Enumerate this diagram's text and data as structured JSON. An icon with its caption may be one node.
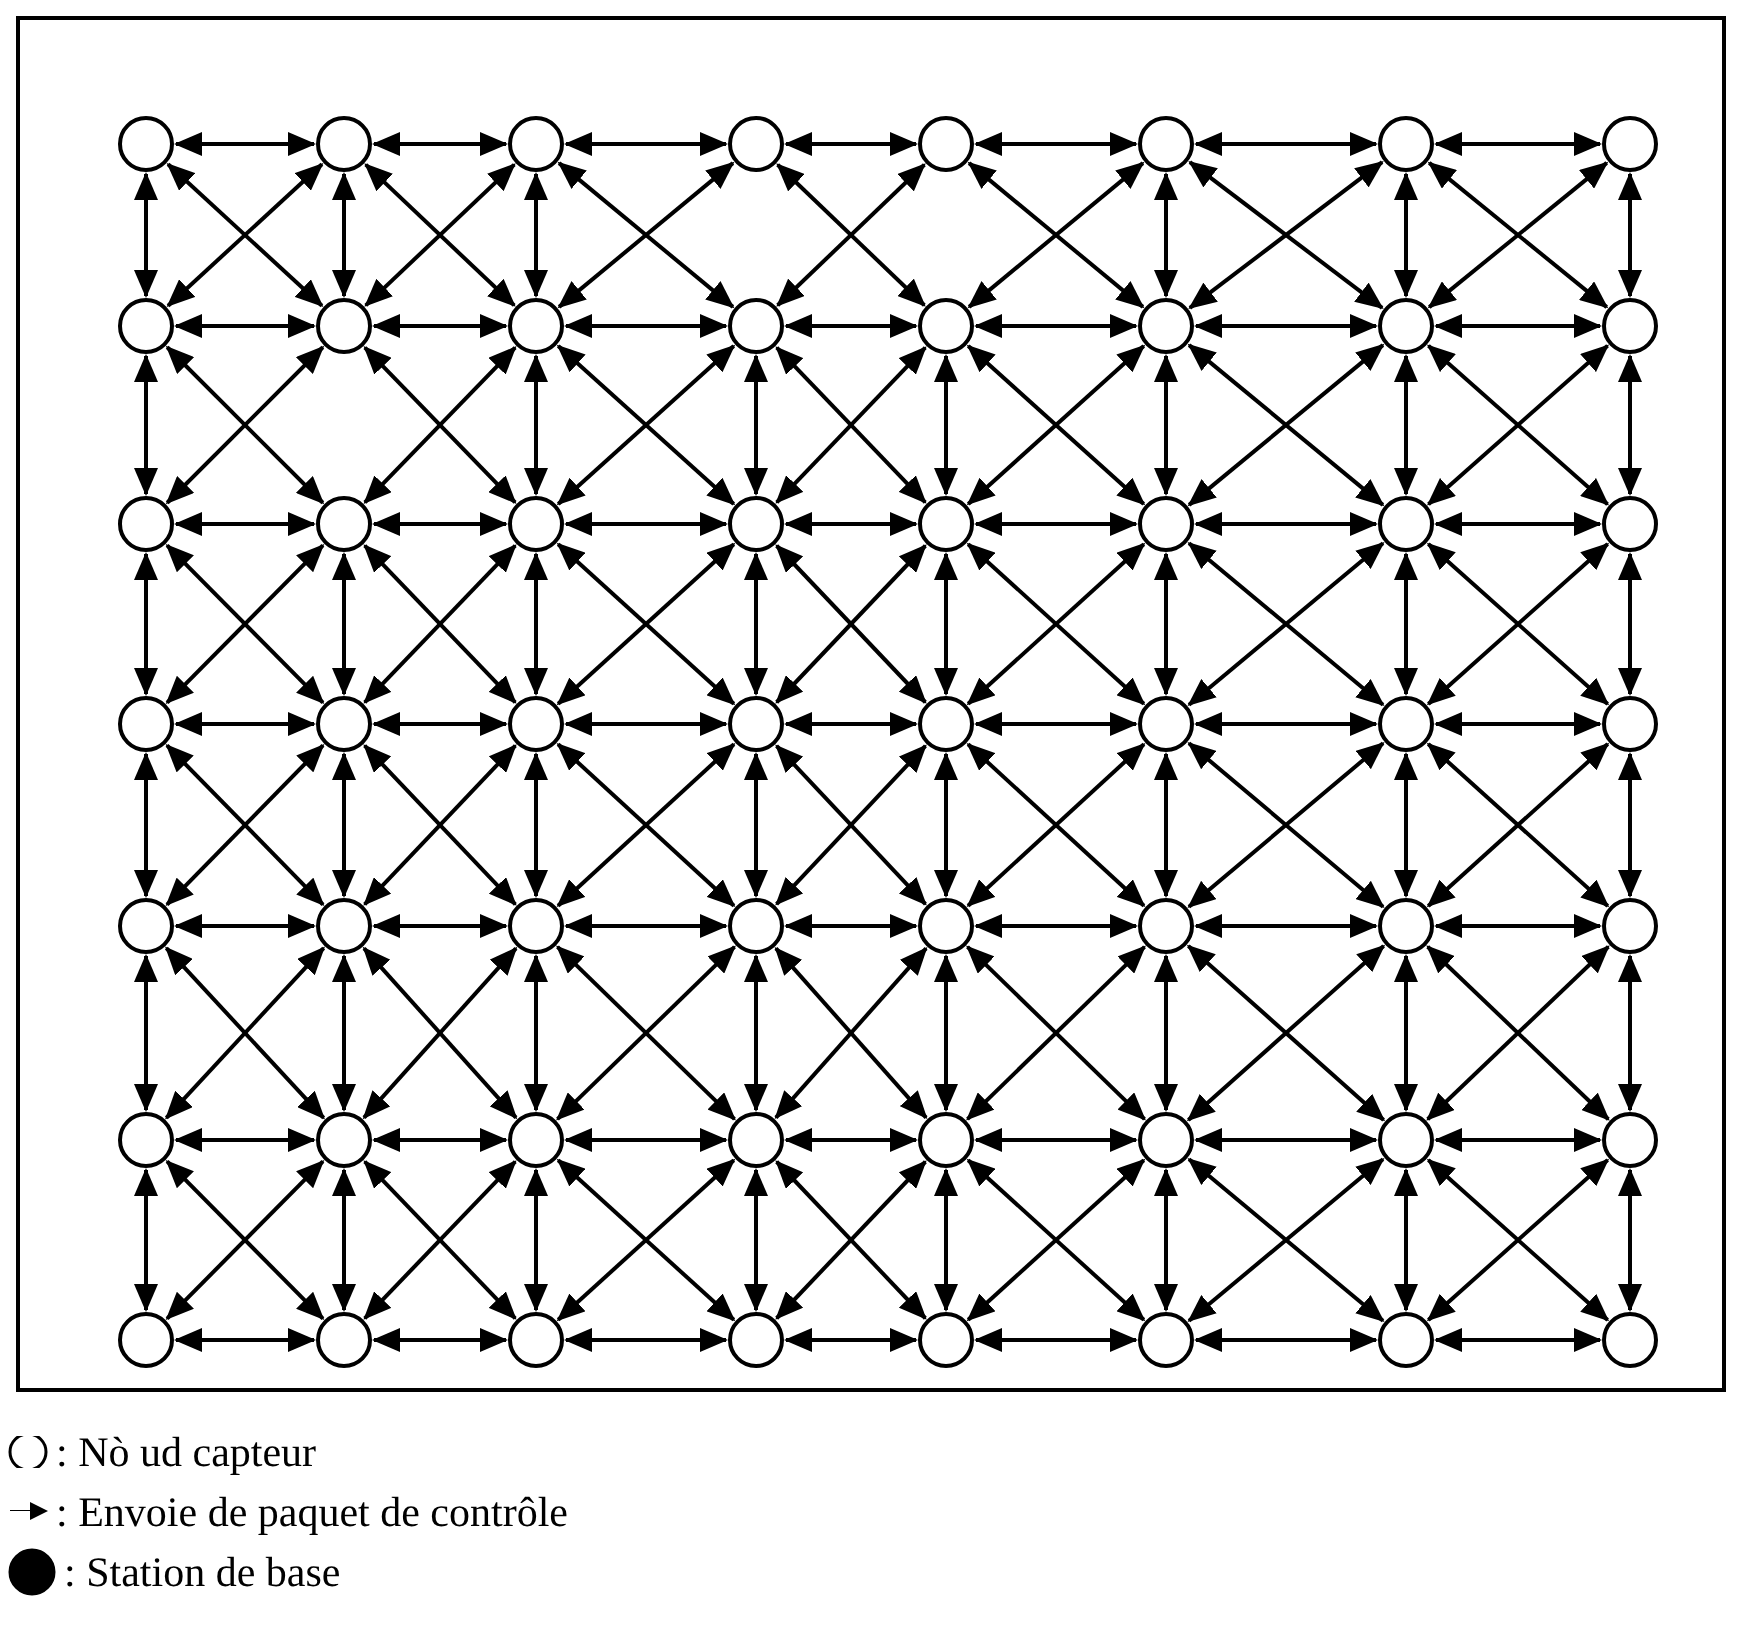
{
  "diagram": {
    "nodes": [
      {
        "text": [],
        "shape": "circle"
      },
      {
        "text": [],
        "shape": "circle"
      },
      {
        "text": [],
        "shape": "circle"
      },
      {
        "text": [],
        "shape": "circle"
      },
      {
        "text": [],
        "shape": "circle"
      },
      {
        "text": [],
        "shape": "circle"
      },
      {
        "text": [],
        "shape": "circle"
      },
      {
        "text": [],
        "shape": "circle"
      },
      {
        "text": [],
        "shape": "circle"
      },
      {
        "text": [],
        "shape": "circle"
      },
      {
        "text": [],
        "shape": "circle"
      },
      {
        "text": [],
        "shape": "circle"
      },
      {
        "text": [],
        "shape": "circle"
      },
      {
        "text": [],
        "shape": "circle"
      },
      {
        "text": [],
        "shape": "circle"
      },
      {
        "text": [],
        "shape": "circle"
      },
      {
        "text": [],
        "shape": "circle"
      },
      {
        "text": [],
        "shape": "circle"
      },
      {
        "text": [],
        "shape": "circle"
      },
      {
        "text": [],
        "shape": "circle"
      },
      {
        "text": [],
        "shape": "circle"
      },
      {
        "text": [],
        "shape": "circle"
      },
      {
        "text": [],
        "shape": "circle"
      },
      {
        "text": [],
        "shape": "circle"
      },
      {
        "text": [],
        "shape": "circle"
      },
      {
        "text": [],
        "shape": "circle"
      },
      {
        "text": [],
        "shape": "circle"
      },
      {
        "text": [],
        "shape": "circle"
      },
      {
        "text": [],
        "shape": "circle"
      },
      {
        "text": [],
        "shape": "circle"
      },
      {
        "text": [],
        "shape": "circle"
      },
      {
        "text": [],
        "shape": "circle"
      },
      {
        "text": [],
        "shape": "circle"
      },
      {
        "text": [],
        "shape": "circle"
      },
      {
        "text": [],
        "shape": "circle"
      },
      {
        "text": [],
        "shape": "circle"
      },
      {
        "text": [],
        "shape": "circle"
      },
      {
        "text": [],
        "shape": "circle"
      },
      {
        "text": [],
        "shape": "circle"
      },
      {
        "text": [],
        "shape": "circle"
      },
      {
        "text": [],
        "shape": "circle"
      },
      {
        "text": [],
        "shape": "circle"
      },
      {
        "text": [],
        "shape": "circle"
      },
      {
        "text": [],
        "shape": "circle"
      },
      {
        "text": [],
        "shape": "circle"
      },
      {
        "text": [],
        "shape": "circle"
      },
      {
        "text": [],
        "shape": "circle"
      },
      {
        "text": [],
        "shape": "circle"
      },
      {
        "text": [],
        "shape": "circle"
      },
      {
        "text": [],
        "shape": "circle"
      },
      {
        "text": [],
        "shape": "circle"
      },
      {
        "text": [],
        "shape": "circle"
      },
      {
        "text": [],
        "shape": "circle"
      },
      {
        "text": [],
        "shape": "circle"
      },
      {
        "text": [],
        "shape": "circle"
      },
      {
        "text": [],
        "shape": "circle"
      }
    ],
    "edges": [
      {
        "from": 0,
        "to": 1,
        "arrow": "both"
      },
      {
        "from": 1,
        "to": 2,
        "arrow": "both"
      },
      {
        "from": 2,
        "to": 3,
        "arrow": "both"
      },
      {
        "from": 3,
        "to": 4,
        "arrow": "both"
      },
      {
        "from": 4,
        "to": 5,
        "arrow": "both"
      },
      {
        "from": 5,
        "to": 6,
        "arrow": "both"
      },
      {
        "from": 6,
        "to": 7,
        "arrow": "both"
      },
      {
        "from": 0,
        "to": 8,
        "arrow": "both"
      },
      {
        "from": 1,
        "to": 9,
        "arrow": "both"
      },
      {
        "from": 2,
        "to": 10,
        "arrow": "both"
      },
      {
        "from": 5,
        "to": 13,
        "arrow": "both"
      },
      {
        "from": 6,
        "to": 14,
        "arrow": "both"
      },
      {
        "from": 7,
        "to": 15,
        "arrow": "both"
      },
      {
        "from": 0,
        "to": 9,
        "arrow": "both"
      },
      {
        "from": 1,
        "to": 8,
        "arrow": "both"
      },
      {
        "from": 1,
        "to": 10,
        "arrow": "both"
      },
      {
        "from": 2,
        "to": 9,
        "arrow": "both"
      },
      {
        "from": 2,
        "to": 11,
        "arrow": "both"
      },
      {
        "from": 3,
        "to": 10,
        "arrow": "both"
      },
      {
        "from": 3,
        "to": 12,
        "arrow": "both"
      },
      {
        "from": 4,
        "to": 11,
        "arrow": "both"
      },
      {
        "from": 4,
        "to": 13,
        "arrow": "both"
      },
      {
        "from": 5,
        "to": 12,
        "arrow": "both"
      },
      {
        "from": 5,
        "to": 14,
        "arrow": "both"
      },
      {
        "from": 6,
        "to": 13,
        "arrow": "both"
      },
      {
        "from": 6,
        "to": 15,
        "arrow": "both"
      },
      {
        "from": 7,
        "to": 14,
        "arrow": "both"
      },
      {
        "from": 8,
        "to": 9,
        "arrow": "both"
      },
      {
        "from": 9,
        "to": 10,
        "arrow": "both"
      },
      {
        "from": 10,
        "to": 11,
        "arrow": "both"
      },
      {
        "from": 11,
        "to": 12,
        "arrow": "both"
      },
      {
        "from": 12,
        "to": 13,
        "arrow": "both"
      },
      {
        "from": 13,
        "to": 14,
        "arrow": "both"
      },
      {
        "from": 14,
        "to": 15,
        "arrow": "both"
      },
      {
        "from": 8,
        "to": 16,
        "arrow": "both"
      },
      {
        "from": 10,
        "to": 18,
        "arrow": "both"
      },
      {
        "from": 11,
        "to": 19,
        "arrow": "both"
      },
      {
        "from": 12,
        "to": 20,
        "arrow": "both"
      },
      {
        "from": 13,
        "to": 21,
        "arrow": "both"
      },
      {
        "from": 14,
        "to": 22,
        "arrow": "both"
      },
      {
        "from": 15,
        "to": 23,
        "arrow": "both"
      },
      {
        "from": 8,
        "to": 17,
        "arrow": "both"
      },
      {
        "from": 9,
        "to": 16,
        "arrow": "both"
      },
      {
        "from": 9,
        "to": 18,
        "arrow": "both"
      },
      {
        "from": 10,
        "to": 17,
        "arrow": "both"
      },
      {
        "from": 10,
        "to": 19,
        "arrow": "both"
      },
      {
        "from": 11,
        "to": 18,
        "arrow": "both"
      },
      {
        "from": 11,
        "to": 20,
        "arrow": "both"
      },
      {
        "from": 12,
        "to": 19,
        "arrow": "both"
      },
      {
        "from": 12,
        "to": 21,
        "arrow": "both"
      },
      {
        "from": 13,
        "to": 20,
        "arrow": "both"
      },
      {
        "from": 13,
        "to": 22,
        "arrow": "both"
      },
      {
        "from": 14,
        "to": 21,
        "arrow": "both"
      },
      {
        "from": 14,
        "to": 23,
        "arrow": "both"
      },
      {
        "from": 15,
        "to": 22,
        "arrow": "both"
      },
      {
        "from": 16,
        "to": 17,
        "arrow": "both"
      },
      {
        "from": 17,
        "to": 18,
        "arrow": "both"
      },
      {
        "from": 18,
        "to": 19,
        "arrow": "both"
      },
      {
        "from": 19,
        "to": 20,
        "arrow": "both"
      },
      {
        "from": 20,
        "to": 21,
        "arrow": "both"
      },
      {
        "from": 21,
        "to": 22,
        "arrow": "both"
      },
      {
        "from": 22,
        "to": 23,
        "arrow": "both"
      },
      {
        "from": 16,
        "to": 24,
        "arrow": "both"
      },
      {
        "from": 17,
        "to": 25,
        "arrow": "both"
      },
      {
        "from": 18,
        "to": 26,
        "arrow": "both"
      },
      {
        "from": 19,
        "to": 27,
        "arrow": "both"
      },
      {
        "from": 20,
        "to": 28,
        "arrow": "both"
      },
      {
        "from": 21,
        "to": 29,
        "arrow": "both"
      },
      {
        "from": 22,
        "to": 30,
        "arrow": "both"
      },
      {
        "from": 23,
        "to": 31,
        "arrow": "both"
      },
      {
        "from": 16,
        "to": 25,
        "arrow": "both"
      },
      {
        "from": 17,
        "to": 24,
        "arrow": "both"
      },
      {
        "from": 17,
        "to": 26,
        "arrow": "both"
      },
      {
        "from": 18,
        "to": 25,
        "arrow": "both"
      },
      {
        "from": 18,
        "to": 27,
        "arrow": "both"
      },
      {
        "from": 19,
        "to": 26,
        "arrow": "both"
      },
      {
        "from": 19,
        "to": 28,
        "arrow": "both"
      },
      {
        "from": 20,
        "to": 27,
        "arrow": "both"
      },
      {
        "from": 20,
        "to": 29,
        "arrow": "both"
      },
      {
        "from": 21,
        "to": 28,
        "arrow": "both"
      },
      {
        "from": 21,
        "to": 30,
        "arrow": "both"
      },
      {
        "from": 22,
        "to": 29,
        "arrow": "both"
      },
      {
        "from": 22,
        "to": 31,
        "arrow": "both"
      },
      {
        "from": 23,
        "to": 30,
        "arrow": "both"
      },
      {
        "from": 24,
        "to": 25,
        "arrow": "both"
      },
      {
        "from": 25,
        "to": 26,
        "arrow": "both"
      },
      {
        "from": 26,
        "to": 27,
        "arrow": "both"
      },
      {
        "from": 27,
        "to": 28,
        "arrow": "both"
      },
      {
        "from": 28,
        "to": 29,
        "arrow": "both"
      },
      {
        "from": 29,
        "to": 30,
        "arrow": "both"
      },
      {
        "from": 30,
        "to": 31,
        "arrow": "both"
      },
      {
        "from": 24,
        "to": 32,
        "arrow": "both"
      },
      {
        "from": 25,
        "to": 33,
        "arrow": "both"
      },
      {
        "from": 26,
        "to": 34,
        "arrow": "both"
      },
      {
        "from": 27,
        "to": 35,
        "arrow": "both"
      },
      {
        "from": 28,
        "to": 36,
        "arrow": "both"
      },
      {
        "from": 29,
        "to": 37,
        "arrow": "both"
      },
      {
        "from": 30,
        "to": 38,
        "arrow": "both"
      },
      {
        "from": 31,
        "to": 39,
        "arrow": "both"
      },
      {
        "from": 24,
        "to": 33,
        "arrow": "both"
      },
      {
        "from": 25,
        "to": 32,
        "arrow": "both"
      },
      {
        "from": 25,
        "to": 34,
        "arrow": "both"
      },
      {
        "from": 26,
        "to": 33,
        "arrow": "both"
      },
      {
        "from": 26,
        "to": 35,
        "arrow": "both"
      },
      {
        "from": 27,
        "to": 34,
        "arrow": "both"
      },
      {
        "from": 27,
        "to": 36,
        "arrow": "both"
      },
      {
        "from": 28,
        "to": 35,
        "arrow": "both"
      },
      {
        "from": 28,
        "to": 37,
        "arrow": "both"
      },
      {
        "from": 29,
        "to": 36,
        "arrow": "both"
      },
      {
        "from": 29,
        "to": 38,
        "arrow": "both"
      },
      {
        "from": 30,
        "to": 37,
        "arrow": "both"
      },
      {
        "from": 30,
        "to": 39,
        "arrow": "both"
      },
      {
        "from": 31,
        "to": 38,
        "arrow": "both"
      },
      {
        "from": 32,
        "to": 33,
        "arrow": "both"
      },
      {
        "from": 33,
        "to": 34,
        "arrow": "both"
      },
      {
        "from": 34,
        "to": 35,
        "arrow": "both"
      },
      {
        "from": 35,
        "to": 36,
        "arrow": "both"
      },
      {
        "from": 36,
        "to": 37,
        "arrow": "both"
      },
      {
        "from": 37,
        "to": 38,
        "arrow": "both"
      },
      {
        "from": 38,
        "to": 39,
        "arrow": "both"
      },
      {
        "from": 32,
        "to": 40,
        "arrow": "both"
      },
      {
        "from": 33,
        "to": 41,
        "arrow": "both"
      },
      {
        "from": 34,
        "to": 42,
        "arrow": "both"
      },
      {
        "from": 35,
        "to": 43,
        "arrow": "both"
      },
      {
        "from": 36,
        "to": 44,
        "arrow": "both"
      },
      {
        "from": 37,
        "to": 45,
        "arrow": "both"
      },
      {
        "from": 38,
        "to": 46,
        "arrow": "both"
      },
      {
        "from": 39,
        "to": 47,
        "arrow": "both"
      },
      {
        "from": 32,
        "to": 41,
        "arrow": "both"
      },
      {
        "from": 33,
        "to": 40,
        "arrow": "both"
      },
      {
        "from": 33,
        "to": 42,
        "arrow": "both"
      },
      {
        "from": 34,
        "to": 41,
        "arrow": "both"
      },
      {
        "from": 34,
        "to": 43,
        "arrow": "both"
      },
      {
        "from": 35,
        "to": 42,
        "arrow": "both"
      },
      {
        "from": 35,
        "to": 44,
        "arrow": "both"
      },
      {
        "from": 36,
        "to": 43,
        "arrow": "both"
      },
      {
        "from": 36,
        "to": 45,
        "arrow": "both"
      },
      {
        "from": 37,
        "to": 44,
        "arrow": "both"
      },
      {
        "from": 37,
        "to": 46,
        "arrow": "both"
      },
      {
        "from": 38,
        "to": 45,
        "arrow": "both"
      },
      {
        "from": 38,
        "to": 47,
        "arrow": "both"
      },
      {
        "from": 39,
        "to": 46,
        "arrow": "both"
      },
      {
        "from": 40,
        "to": 41,
        "arrow": "both"
      },
      {
        "from": 41,
        "to": 42,
        "arrow": "both"
      },
      {
        "from": 42,
        "to": 43,
        "arrow": "both"
      },
      {
        "from": 43,
        "to": 44,
        "arrow": "both"
      },
      {
        "from": 44,
        "to": 45,
        "arrow": "both"
      },
      {
        "from": 45,
        "to": 46,
        "arrow": "both"
      },
      {
        "from": 46,
        "to": 47,
        "arrow": "both"
      },
      {
        "from": 40,
        "to": 48,
        "arrow": "both"
      },
      {
        "from": 41,
        "to": 49,
        "arrow": "both"
      },
      {
        "from": 42,
        "to": 50,
        "arrow": "both"
      },
      {
        "from": 43,
        "to": 51,
        "arrow": "both"
      },
      {
        "from": 44,
        "to": 52,
        "arrow": "both"
      },
      {
        "from": 45,
        "to": 53,
        "arrow": "both"
      },
      {
        "from": 46,
        "to": 54,
        "arrow": "both"
      },
      {
        "from": 47,
        "to": 55,
        "arrow": "both"
      },
      {
        "from": 40,
        "to": 49,
        "arrow": "both"
      },
      {
        "from": 41,
        "to": 48,
        "arrow": "both"
      },
      {
        "from": 41,
        "to": 50,
        "arrow": "both"
      },
      {
        "from": 42,
        "to": 49,
        "arrow": "both"
      },
      {
        "from": 42,
        "to": 51,
        "arrow": "both"
      },
      {
        "from": 43,
        "to": 50,
        "arrow": "both"
      },
      {
        "from": 43,
        "to": 52,
        "arrow": "both"
      },
      {
        "from": 44,
        "to": 51,
        "arrow": "both"
      },
      {
        "from": 44,
        "to": 53,
        "arrow": "both"
      },
      {
        "from": 45,
        "to": 52,
        "arrow": "both"
      },
      {
        "from": 45,
        "to": 54,
        "arrow": "both"
      },
      {
        "from": 46,
        "to": 53,
        "arrow": "both"
      },
      {
        "from": 46,
        "to": 55,
        "arrow": "both"
      },
      {
        "from": 47,
        "to": 54,
        "arrow": "both"
      },
      {
        "from": 48,
        "to": 49,
        "arrow": "both"
      },
      {
        "from": 49,
        "to": 50,
        "arrow": "both"
      },
      {
        "from": 50,
        "to": 51,
        "arrow": "both"
      },
      {
        "from": 51,
        "to": 52,
        "arrow": "both"
      },
      {
        "from": 52,
        "to": 53,
        "arrow": "both"
      },
      {
        "from": 53,
        "to": 54,
        "arrow": "both"
      },
      {
        "from": 54,
        "to": 55,
        "arrow": "both"
      }
    ],
    "legend": [
      {
        "text": ": Nò ud capteur"
      },
      {
        "text": ": Envoie de paquet de contrôle"
      },
      {
        "text": ": Station de base"
      }
    ]
  }
}
